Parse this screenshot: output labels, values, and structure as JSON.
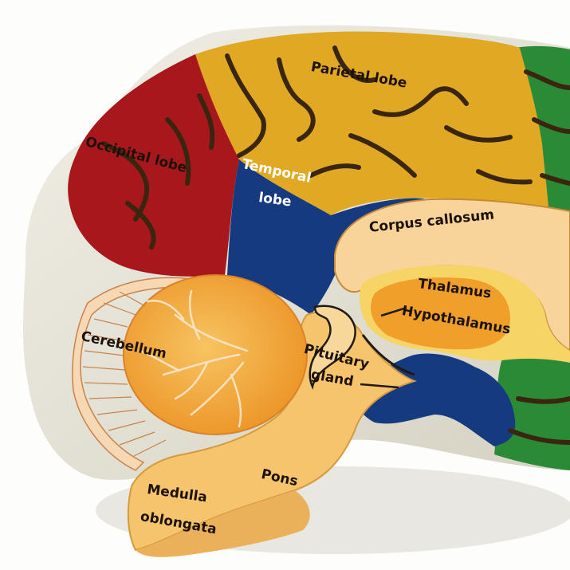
{
  "labels": {
    "parietal": "Parietal lobe",
    "occipital": "Occipital lobe",
    "temporal_1": "Temporal",
    "temporal_2": "lobe",
    "corpus_callosum": "Corpus callosum",
    "thalamus": "Thalamus",
    "hypothalamus": "Hypothalamus",
    "cerebellum": "Cerebellum",
    "pituitary_1": "Pituitary",
    "pituitary_2": "gland",
    "pons": "Pons",
    "medulla_1": "Medulla",
    "medulla_2": "oblongata"
  },
  "colors": {
    "occipital": "#a8171c",
    "parietal": "#e0a823",
    "temporal": "#163a80",
    "frontal": "#2b8a36",
    "corpus_callosum": "#f8d39a",
    "thalamus": "#ef9f2a",
    "cerebellum": "#f2a23a",
    "brainstem": "#f6c46c",
    "model_base": "#e7e4d6"
  }
}
